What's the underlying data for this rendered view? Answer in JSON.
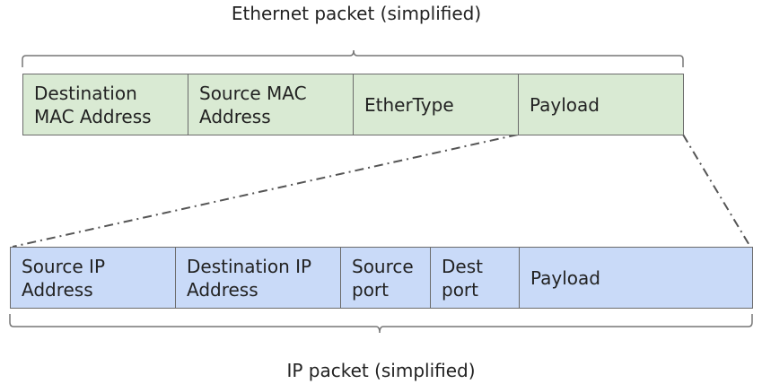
{
  "ethernet_packet": {
    "title": "Ethernet packet (simplified)",
    "fields": [
      {
        "label": "Destination\nMAC Address"
      },
      {
        "label": "Source MAC\nAddress"
      },
      {
        "label": "EtherType"
      },
      {
        "label": "Payload"
      }
    ]
  },
  "ip_packet": {
    "title": "IP packet (simplified)",
    "fields": [
      {
        "label": "Source IP\nAddress"
      },
      {
        "label": "Destination IP\nAddress"
      },
      {
        "label": "Source\nport"
      },
      {
        "label": "Dest\nport"
      },
      {
        "label": "Payload"
      }
    ]
  },
  "colors": {
    "ethernet_fill": "#d9ead3",
    "ip_fill": "#c9daf8",
    "border": "#6b6b6b",
    "connector": "#555555"
  }
}
